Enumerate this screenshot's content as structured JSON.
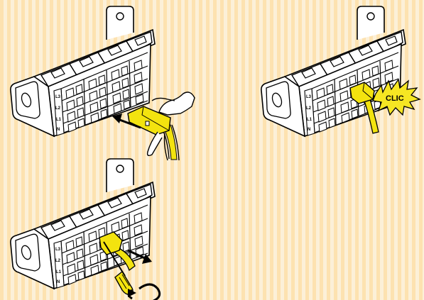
{
  "terminal_labels": [
    "L3",
    "L2",
    "L1",
    "N"
  ],
  "badge_text": "CLIC",
  "colors": {
    "background_stripe_light": "#fcf0d8",
    "background_stripe_dark": "#fde2b0",
    "plug_yellow": "#f3e30f",
    "badge_yellow": "#f6e623",
    "outline": "#000000",
    "housing": "#ffffff"
  },
  "icons": [
    "hand-icon",
    "push-arrow-icon",
    "screwdriver-icon",
    "rotate-arrow-icon",
    "pull-arrow-icon",
    "click-burst-icon"
  ]
}
